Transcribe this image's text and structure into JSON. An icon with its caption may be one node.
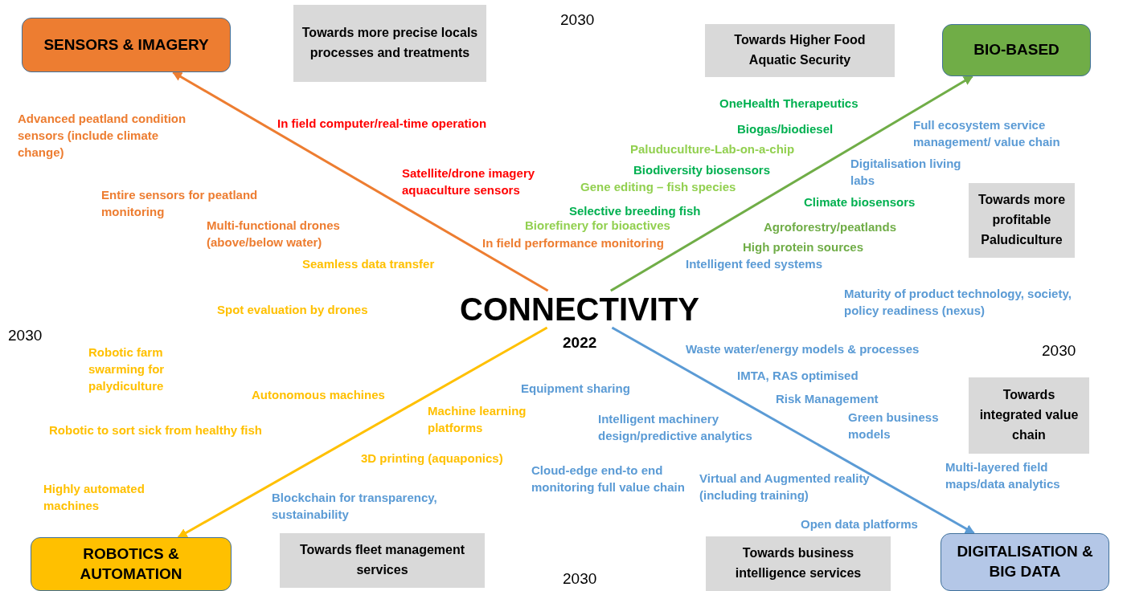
{
  "diagram": {
    "nodes": [
      {
        "text": [
          "SENSORS & IMAGERY"
        ]
      },
      {
        "text": [
          "Towards more precise locals processes and treatments"
        ]
      },
      {
        "text": [
          "Towards Higher Food Aquatic Security"
        ]
      },
      {
        "text": [
          "BIO-BASED"
        ]
      },
      {
        "text": [
          "Towards more profitable Paludiculture"
        ]
      },
      {
        "text": [
          "CONNECTIVITY"
        ],
        "beside": [
          "2022"
        ]
      },
      {
        "text": [
          "Towards integrated value chain"
        ]
      },
      {
        "text": [
          "ROBOTICS & AUTOMATION"
        ]
      },
      {
        "text": [
          "Towards fleet management services"
        ]
      },
      {
        "text": [
          "Towards business intelligence services"
        ]
      },
      {
        "text": [
          "DIGITALISATION & BIG DATA"
        ]
      }
    ],
    "edges": [
      {
        "from": 5,
        "to": 0,
        "arrow": "to",
        "color": "#ed7d31"
      },
      {
        "from": 5,
        "to": 3,
        "arrow": "to",
        "color": "#70ad47"
      },
      {
        "from": 5,
        "to": 7,
        "arrow": "to",
        "color": "#ffc000"
      },
      {
        "from": 5,
        "to": 10,
        "arrow": "to",
        "color": "#5b9bd5"
      }
    ],
    "labels": [
      "2030",
      "OneHealth Therapeutics",
      "Advanced peatland condition sensors (include climate change)",
      "In field computer/real-time operation",
      "Biogas/biodiesel",
      "Full ecosystem service management/ value chain",
      "Paluduculture-Lab-on-a-chip",
      "Digitalisation living labs",
      "Biodiversity biosensors",
      "Satellite/drone imagery aquaculture sensors",
      "Gene editing – fish species",
      "Entire sensors for peatland monitoring",
      "Climate biosensors",
      "Selective breeding fish",
      "Multi-functional drones (above/below water)",
      "Biorefinery for bioactives",
      "Agroforestry/peatlands",
      "In field performance monitoring",
      "High protein sources",
      "Seamless data transfer",
      "Intelligent feed systems",
      "Maturity of product technology, society, policy readiness (nexus)",
      "Spot evaluation by drones",
      "2030",
      "Waste water/energy models & processes",
      "2030",
      "Robotic farm swarming for palydiculture",
      "IMTA, RAS optimised",
      "Equipment sharing",
      "Autonomous machines",
      "Risk Management",
      "Machine learning platforms",
      "Intelligent machinery design/predictive analytics",
      "Green business models",
      "Robotic to sort sick from healthy fish",
      "3D printing (aquaponics)",
      "Highly automated machines",
      "Blockchain for transparency, sustainability",
      "Cloud-edge end-to end monitoring full value chain",
      "Virtual and Augmented reality (including training)",
      "Multi-layered field maps/data analytics",
      "Open data platforms",
      "2030"
    ]
  }
}
